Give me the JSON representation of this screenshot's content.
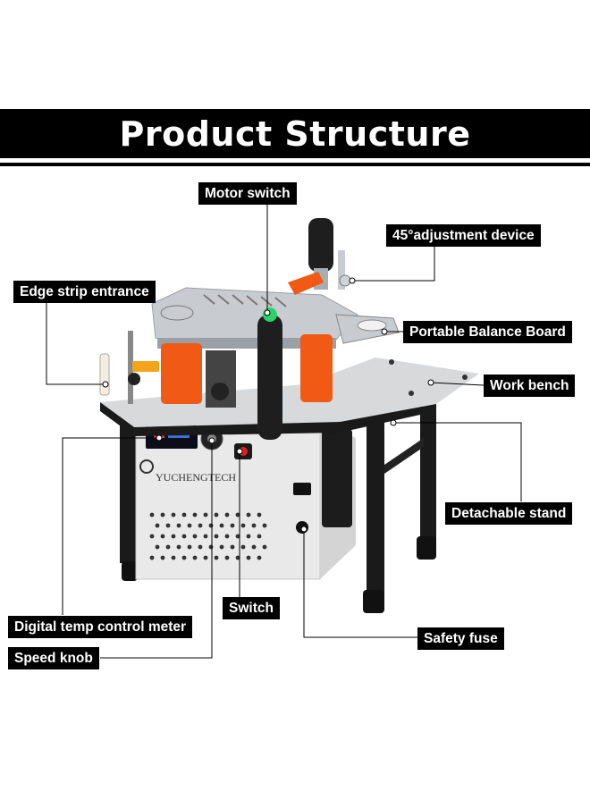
{
  "header": {
    "title": "Product Structure"
  },
  "brand": {
    "name": "YUCHENGTECH"
  },
  "callouts": {
    "motor_switch": "Motor switch",
    "adjustment_device": "45°adjustment device",
    "edge_strip_entrance": "Edge strip entrance",
    "balance_board": "Portable Balance Board",
    "work_bench": "Work bench",
    "detachable_stand": "Detachable stand",
    "temp_meter": "Digital temp control meter",
    "switch": "Switch",
    "safety_fuse": "Safety fuse",
    "speed_knob": "Speed knob"
  },
  "colors": {
    "accent_orange": "#f05a14",
    "frame": "#1a1a1a",
    "housing": "#e9e9e9",
    "metal": "#c8ccd0"
  }
}
